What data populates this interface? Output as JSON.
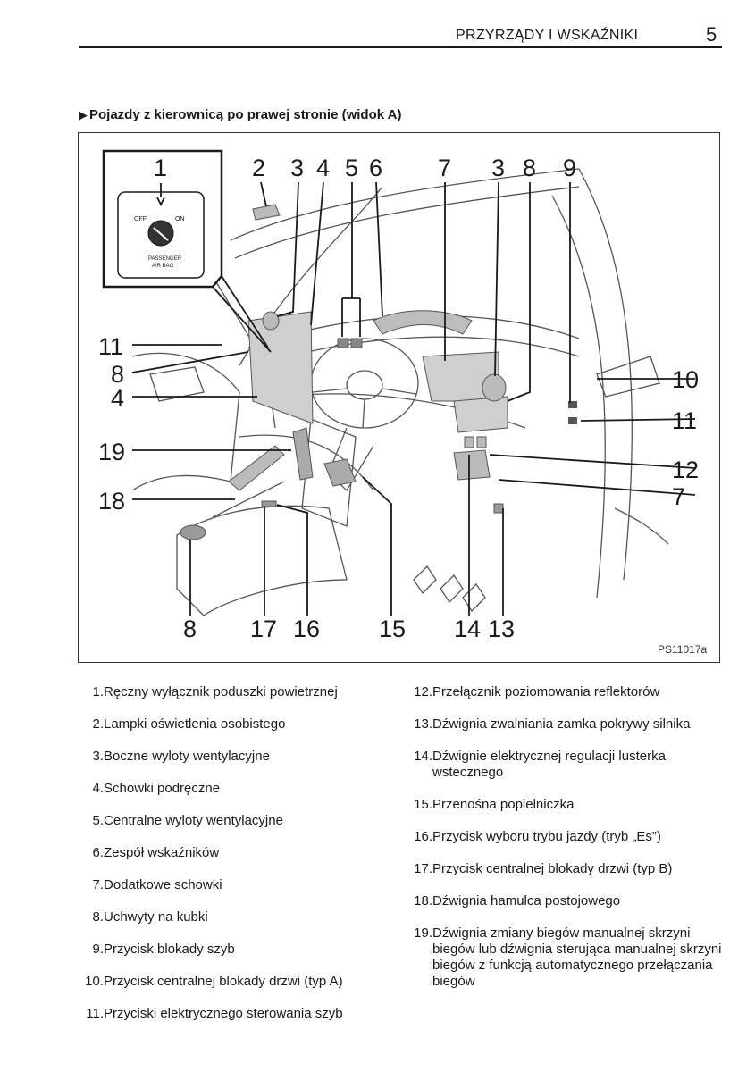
{
  "header": {
    "title": "PRZYRZĄDY I WSKAŹNIKI",
    "page_number": "5"
  },
  "section": {
    "heading": "Pojazdy z kierownicą po prawej stronie (widok A)"
  },
  "figure": {
    "code": "PS11017a",
    "callouts": [
      "1",
      "2",
      "3",
      "4",
      "5",
      "6",
      "7",
      "3",
      "8",
      "9",
      "10",
      "11",
      "11",
      "8",
      "4",
      "19",
      "12",
      "18",
      "7",
      "8",
      "17",
      "16",
      "15",
      "14",
      "13"
    ],
    "inset": {
      "off_label": "OFF",
      "on_label": "ON",
      "caption_line1": "PASSENGER",
      "caption_line2": "AIR BAG"
    }
  },
  "legend_left": [
    {
      "num": "1.",
      "text": "Ręczny wyłącznik poduszki powietrznej"
    },
    {
      "num": "2.",
      "text": "Lampki oświetlenia osobistego"
    },
    {
      "num": "3.",
      "text": "Boczne wyloty wentylacyjne"
    },
    {
      "num": "4.",
      "text": "Schowki podręczne"
    },
    {
      "num": "5.",
      "text": "Centralne wyloty wentylacyjne"
    },
    {
      "num": "6.",
      "text": "Zespół wskaźników"
    },
    {
      "num": "7.",
      "text": "Dodatkowe schowki"
    },
    {
      "num": "8.",
      "text": "Uchwyty na kubki"
    },
    {
      "num": "9.",
      "text": "Przycisk blokady szyb"
    },
    {
      "num": "10.",
      "text": "Przycisk centralnej blokady drzwi (typ A)"
    },
    {
      "num": "11.",
      "text": "Przyciski elektrycznego sterowania szyb"
    }
  ],
  "legend_right": [
    {
      "num": "12.",
      "text": "Przełącznik poziomowania reflektorów"
    },
    {
      "num": "13.",
      "text": "Dźwignia zwalniania zamka pokrywy silnika"
    },
    {
      "num": "14.",
      "text": "Dźwignie elektrycznej regulacji lusterka wstecznego"
    },
    {
      "num": "15.",
      "text": "Przenośna popielniczka"
    },
    {
      "num": "16.",
      "text": "Przycisk wyboru trybu jazdy (tryb „Es”)"
    },
    {
      "num": "17.",
      "text": "Przycisk centralnej blokady drzwi (typ B)"
    },
    {
      "num": "18.",
      "text": "Dźwignia hamulca postojowego"
    },
    {
      "num": "19.",
      "text": "Dźwignia zmiany biegów manualnej skrzyni biegów lub dźwignia sterująca manualnej skrzyni biegów z funkcją automatycznego przełączania biegów"
    }
  ]
}
